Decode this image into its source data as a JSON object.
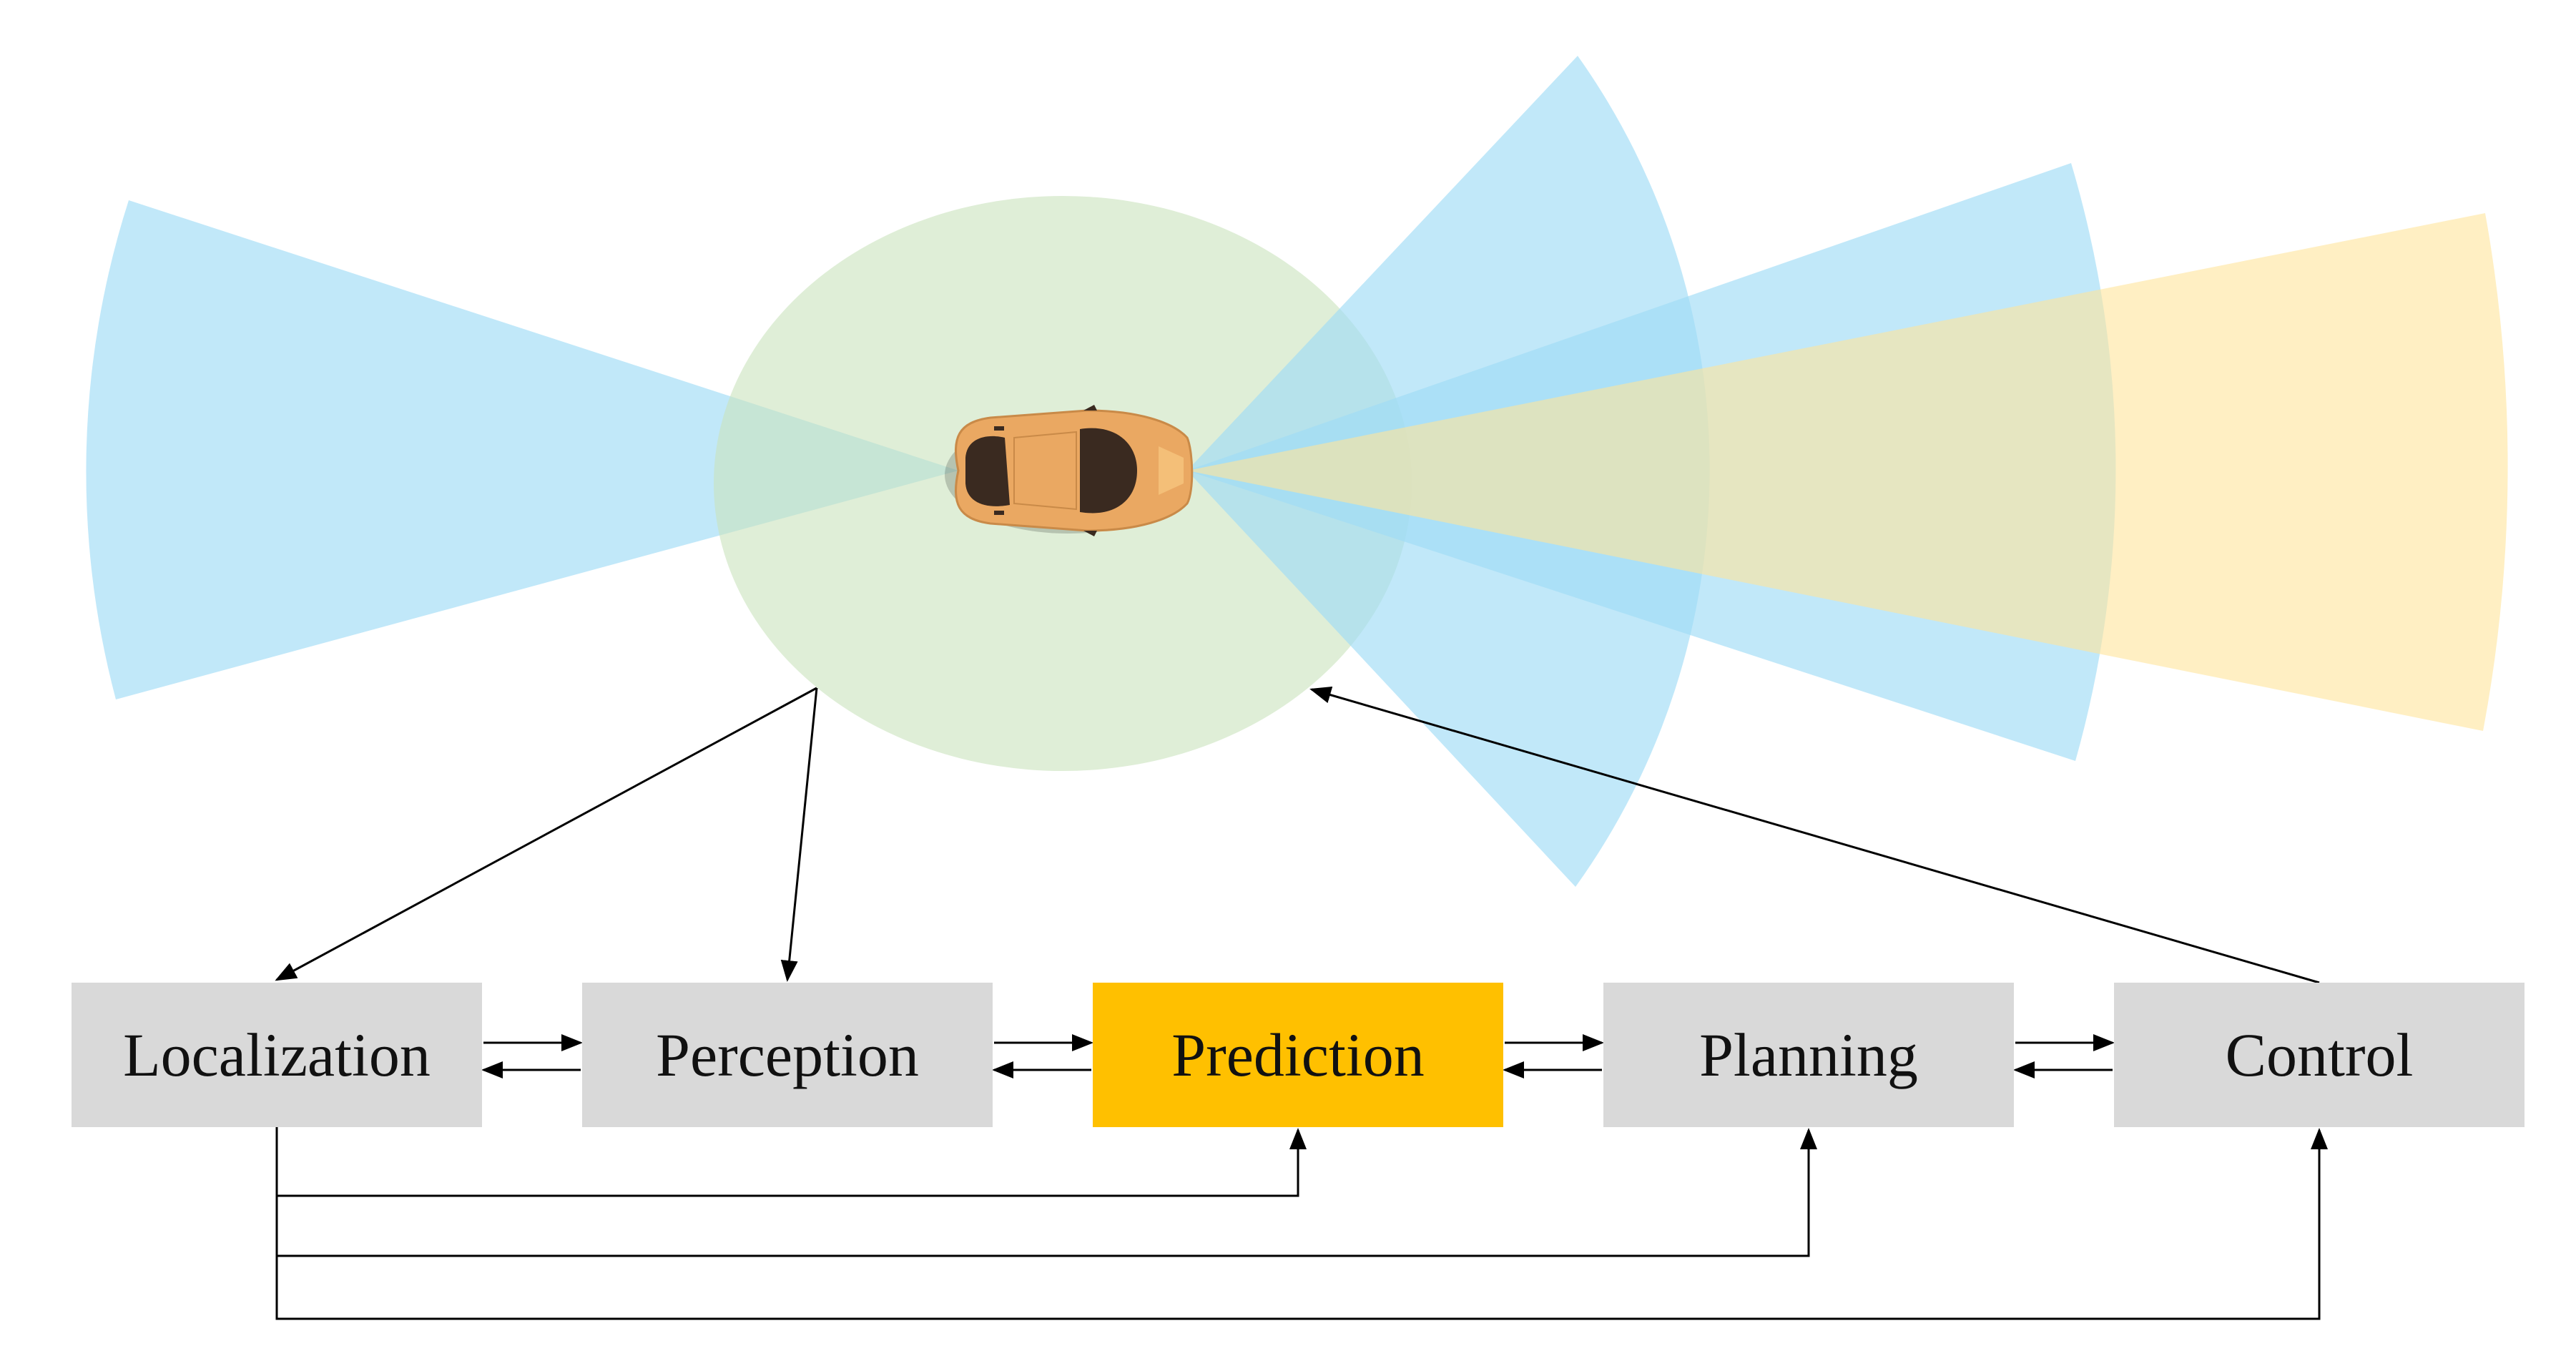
{
  "diagram": {
    "colors": {
      "background": "#ffffff",
      "module_fill": "#d9d9d9",
      "highlight_fill": "#ffc000",
      "arrow": "#000000",
      "sensor_blue": "#9fdcf6",
      "sensor_green": "#c9e3bd",
      "sensor_yellow": "#ffe49b",
      "car_body": "#eaa862",
      "car_glass": "#3a2a20"
    },
    "sensor_zones": [
      {
        "name": "rear-sensor-fan",
        "color": "sensor_blue"
      },
      {
        "name": "surround-sensor-ellipse",
        "color": "sensor_green"
      },
      {
        "name": "front-wide-sensor-fan",
        "color": "sensor_blue"
      },
      {
        "name": "front-medium-sensor-fan",
        "color": "sensor_blue"
      },
      {
        "name": "front-long-range-sensor-fan",
        "color": "sensor_yellow"
      }
    ],
    "vehicle": {
      "name": "ego-vehicle",
      "icon": "car-top-view-icon"
    },
    "modules": [
      {
        "id": "localization",
        "label": "Localization",
        "highlighted": false
      },
      {
        "id": "perception",
        "label": "Perception",
        "highlighted": false
      },
      {
        "id": "prediction",
        "label": "Prediction",
        "highlighted": true
      },
      {
        "id": "planning",
        "label": "Planning",
        "highlighted": false
      },
      {
        "id": "control",
        "label": "Control",
        "highlighted": false
      }
    ],
    "connections": [
      {
        "from": "sensors",
        "to": "localization"
      },
      {
        "from": "sensors",
        "to": "perception"
      },
      {
        "from": "control",
        "to": "vehicle"
      },
      {
        "from": "localization",
        "to": "perception"
      },
      {
        "from": "perception",
        "to": "localization"
      },
      {
        "from": "perception",
        "to": "prediction"
      },
      {
        "from": "prediction",
        "to": "perception"
      },
      {
        "from": "prediction",
        "to": "planning"
      },
      {
        "from": "planning",
        "to": "prediction"
      },
      {
        "from": "planning",
        "to": "control"
      },
      {
        "from": "control",
        "to": "planning"
      },
      {
        "from": "localization",
        "to": "prediction"
      },
      {
        "from": "localization",
        "to": "planning"
      },
      {
        "from": "localization",
        "to": "control"
      }
    ]
  }
}
